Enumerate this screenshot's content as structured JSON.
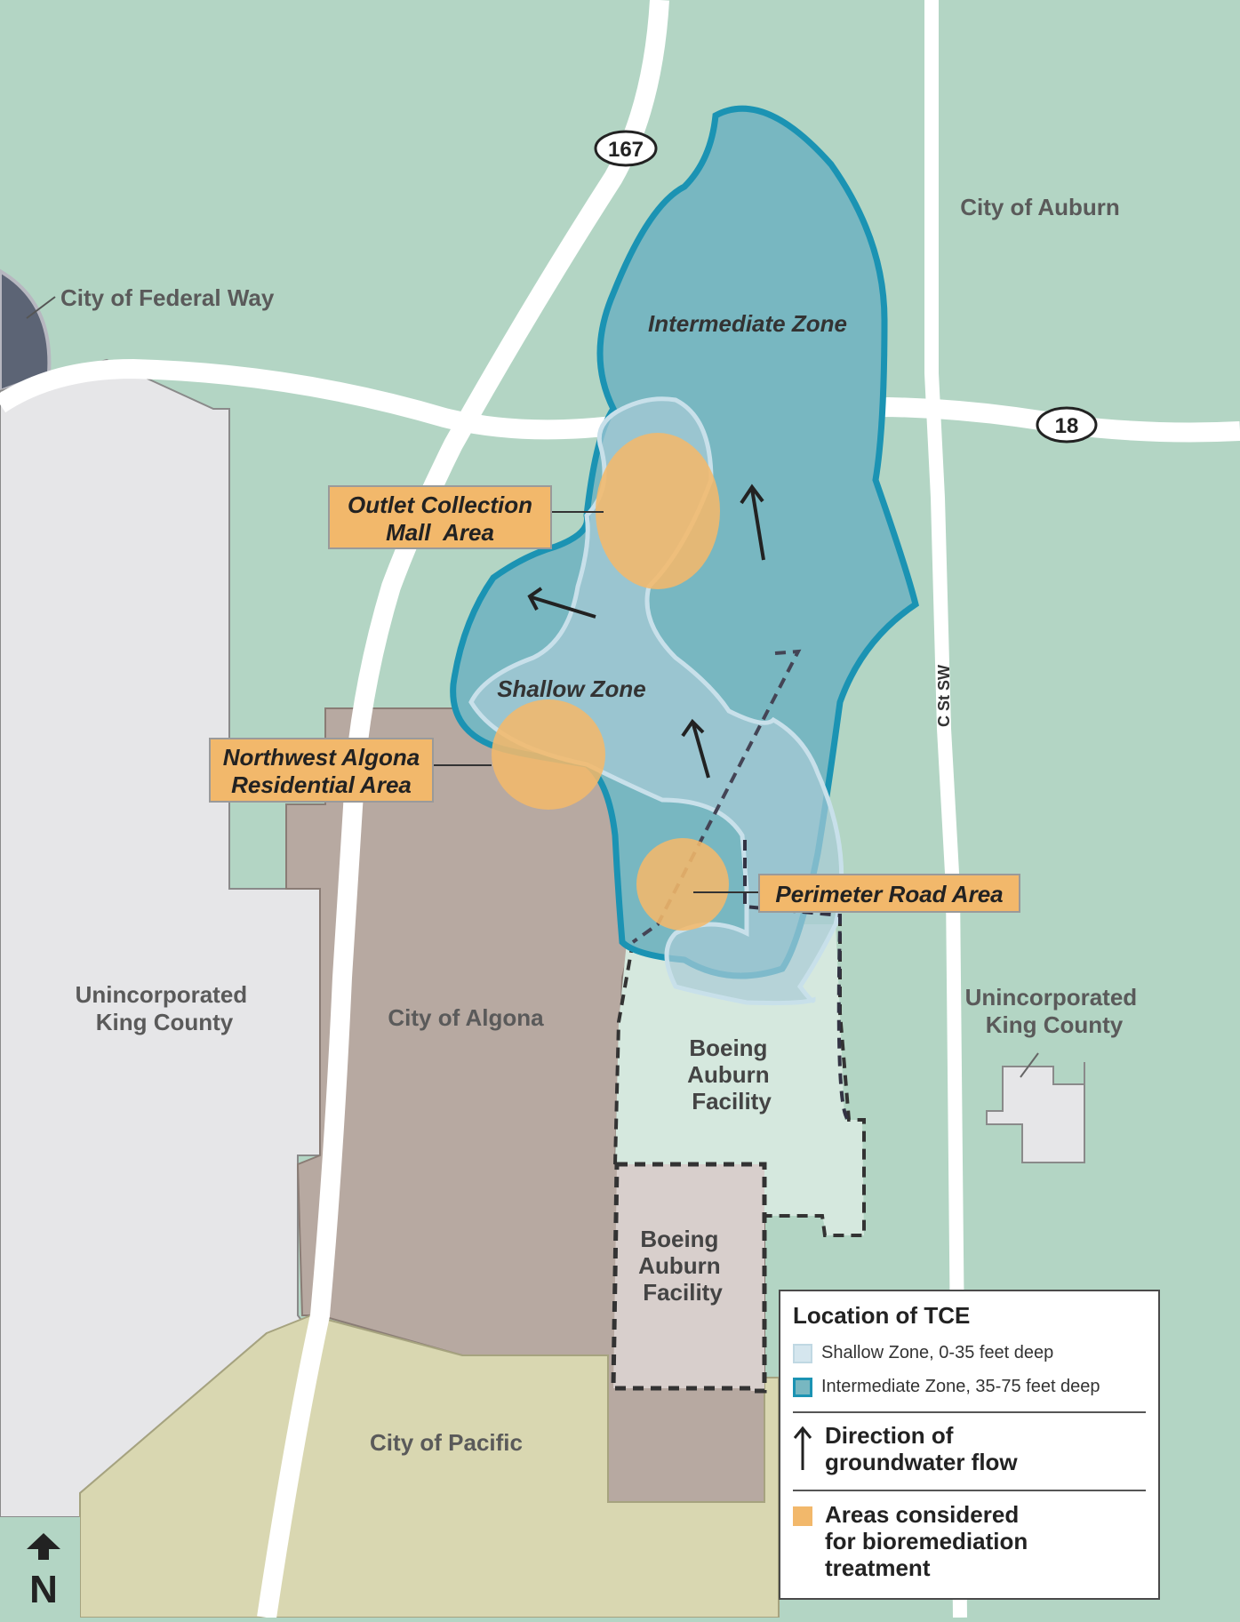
{
  "map": {
    "labels": {
      "city_of_auburn": "City of Auburn",
      "city_of_federal_way": "City of Federal Way",
      "unincorporated_king_county_west": [
        "Unincorporated",
        "King County"
      ],
      "unincorporated_king_county_east": [
        "Unincorporated",
        "King County"
      ],
      "city_of_algona": "City of Algona",
      "city_of_pacific": "City of Pacific",
      "boeing_north": [
        "Boeing",
        "Auburn",
        "Facility"
      ],
      "boeing_south": [
        "Boeing",
        "Auburn",
        "Facility"
      ],
      "street_c_st_sw": "C St SW"
    },
    "shields": {
      "highway_167": "167",
      "highway_18": "18"
    },
    "zones": {
      "intermediate": "Intermediate Zone",
      "shallow": "Shallow Zone"
    },
    "areas": {
      "outlet_collection": [
        "Outlet Collection",
        "Mall  Area"
      ],
      "northwest_algona": [
        "Northwest Algona",
        "Residential Area"
      ],
      "perimeter_road": "Perimeter Road Area"
    },
    "north_arrow": "N",
    "colors": {
      "background_green": "#b3d5c4",
      "unincorporated_gray": "#e6e6e8",
      "algona_brown": "#b7a9a1",
      "pacific_tan": "#d9d7b1",
      "boeing_north_fill": "#d5e8de",
      "boeing_south_fill": "#d8cfcc",
      "intermediate_fill": "#78b7c1",
      "intermediate_stroke": "#1b93b3",
      "shallow_fill": "#a8cad5",
      "shallow_stroke": "#c8e0ea",
      "area_orange": "#f2b86b",
      "federal_way_dark": "#5c6475"
    }
  },
  "legend": {
    "title": "Location of TCE",
    "shallow": "Shallow Zone, 0-35 feet deep",
    "intermediate": "Intermediate Zone, 35-75 feet deep",
    "flow": [
      "Direction of",
      "groundwater flow"
    ],
    "areas": [
      "Areas considered",
      "for bioremediation",
      "treatment"
    ]
  }
}
